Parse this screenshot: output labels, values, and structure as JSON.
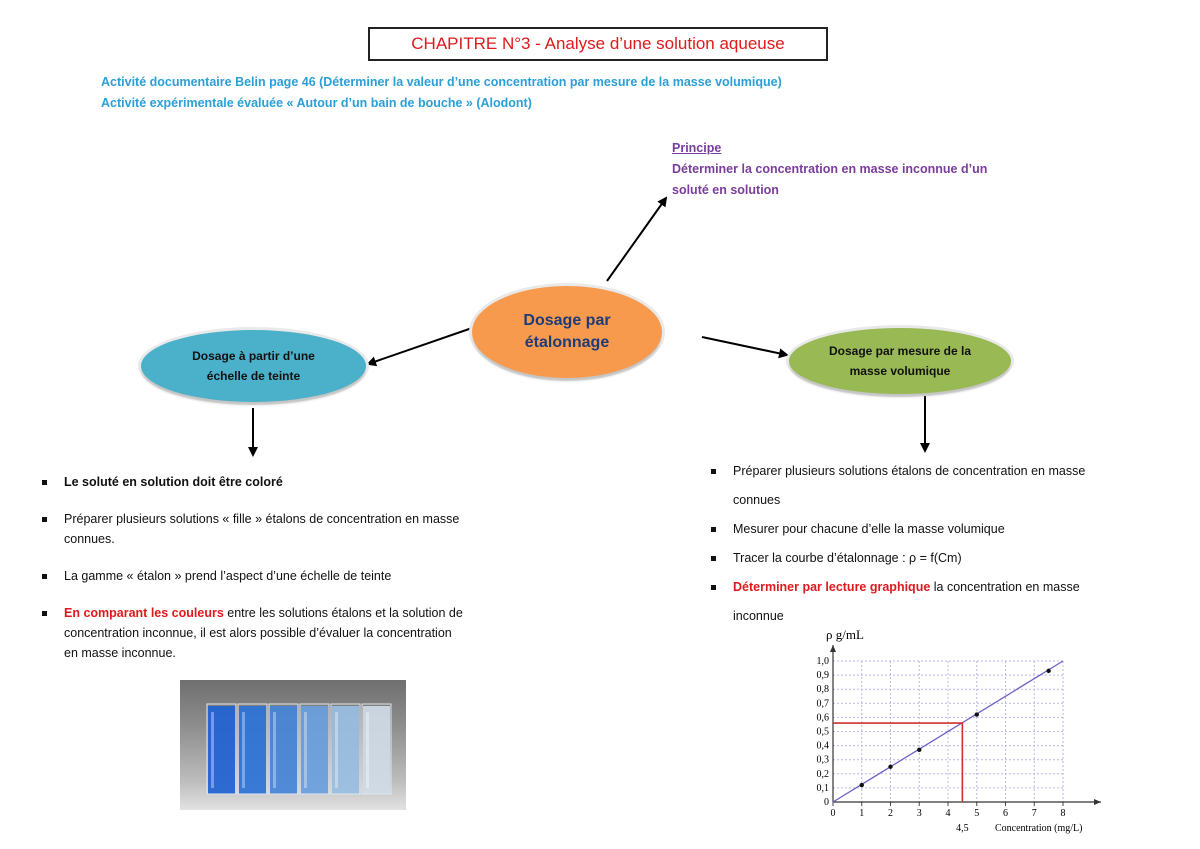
{
  "title": "CHAPITRE N°3 - Analyse d’une solution aqueuse",
  "activities": [
    "Activité documentaire Belin page 46 (Déterminer la valeur d’une concentration par mesure de la masse volumique)",
    "Activité expérimentale évaluée « Autour d’un bain de bouche » (Alodont)"
  ],
  "principe": {
    "heading": "Principe",
    "line1": "Déterminer la concentration en masse inconnue d’un",
    "line2": "soluté en solution"
  },
  "nodes": {
    "center_line1": "Dosage par",
    "center_line2": "étalonnage",
    "left_line1": "Dosage à partir d’une",
    "left_line2": "échelle de teinte",
    "right_line1": "Dosage par mesure de la",
    "right_line2": "masse volumique"
  },
  "left_list": {
    "item1": "Le soluté en solution doit être coloré",
    "item2_line1": "Préparer plusieurs solutions « fille » étalons de concentration en masse",
    "item2_line2": "connues.",
    "item3": "La gamme « étalon » prend l’aspect d’une échelle de teinte",
    "item4_red": "En comparant les couleurs",
    "item4_rest1": " entre les solutions étalons et la solution de",
    "item4_line2": "concentration inconnue, il est alors possible d’évaluer la concentration",
    "item4_line3": "en masse inconnue."
  },
  "right_list": {
    "item1_line1": "Préparer plusieurs solutions étalons de concentration en masse",
    "item1_line2": "connues",
    "item2": "Mesurer pour chacune d’elle la masse volumique",
    "item3": "Tracer la courbe d’étalonnage : ρ = f(Cm)",
    "item4_red": "Déterminer par lecture graphique",
    "item4_rest": " la concentration en masse",
    "item4_line2": "inconnue"
  },
  "colors": {
    "title_red": "#e0191c",
    "activity_blue": "#2a9fd8",
    "principe_purple": "#7a3d9c",
    "center_orange": "#f79a4d",
    "left_teal": "#4bb0c9",
    "right_green": "#98b954",
    "center_text_navy": "#1f3c78"
  },
  "chart_data": {
    "type": "line",
    "ylabel": "ρ g/mL",
    "xlabel": "Concentration (mg/L)",
    "xlim": [
      0,
      8
    ],
    "ylim": [
      0,
      1.0
    ],
    "x_ticks": [
      "0",
      "1",
      "2",
      "3",
      "4",
      "5",
      "6",
      "7",
      "8"
    ],
    "y_ticks": [
      "0",
      "0,2",
      "0,4",
      "0,6",
      "0,8",
      "1,0"
    ],
    "y_minor_ticks": [
      "0,1",
      "0,3",
      "0,5",
      "0,7",
      "0,9"
    ],
    "points": [
      {
        "x": 1,
        "y": 0.12
      },
      {
        "x": 2,
        "y": 0.25
      },
      {
        "x": 3,
        "y": 0.37
      },
      {
        "x": 5,
        "y": 0.62
      },
      {
        "x": 7.5,
        "y": 0.93
      }
    ],
    "fit_line": [
      {
        "x": 0,
        "y": 0
      },
      {
        "x": 8,
        "y": 1.0
      }
    ],
    "reading": {
      "x": 4.5,
      "y": 0.56,
      "label": "4,5"
    },
    "grid": true
  },
  "photo": {
    "vials": [
      "#1f63d3",
      "#2b73d6",
      "#4786d8",
      "#6a9fdd",
      "#9abfe2",
      "#cfdbe6"
    ]
  }
}
